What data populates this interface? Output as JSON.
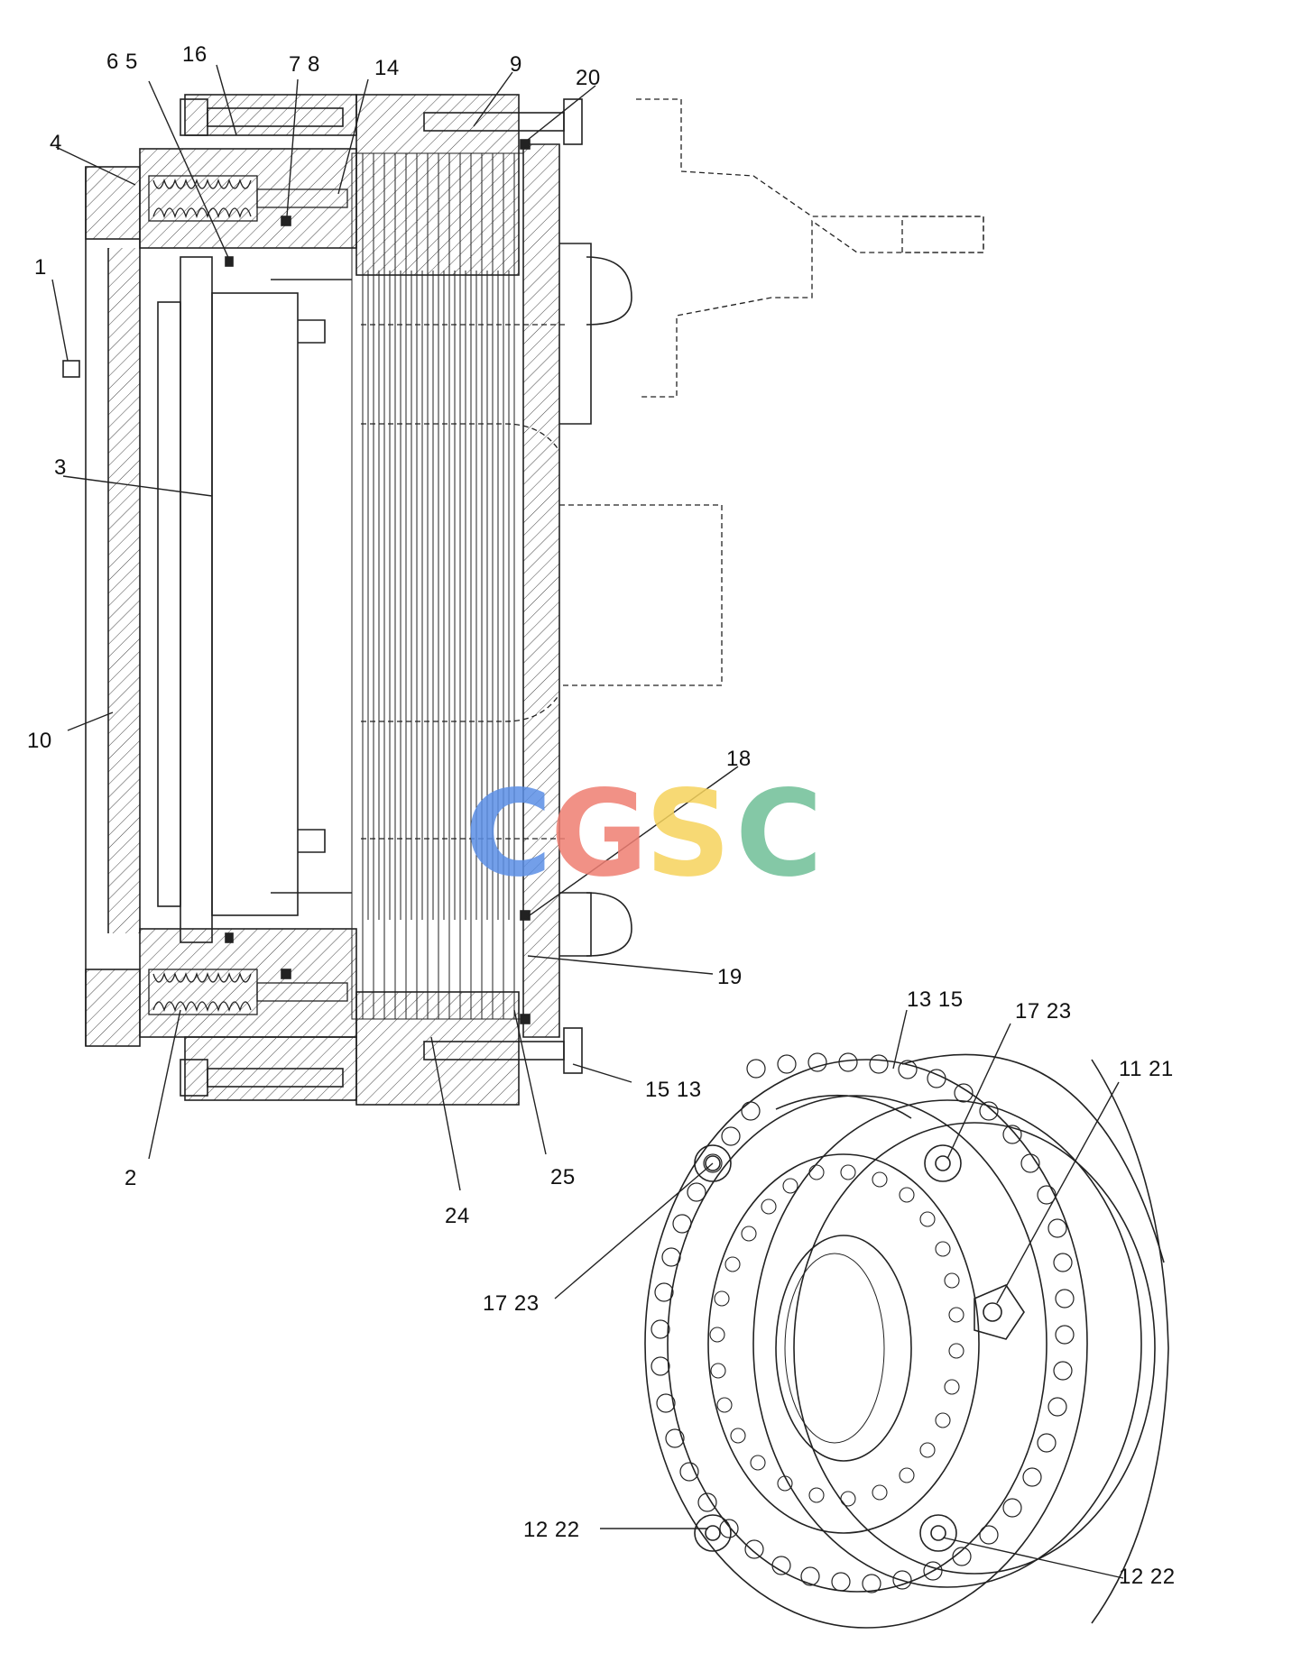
{
  "callouts": [
    "1",
    "2",
    "3",
    "4",
    "6 5",
    "16",
    "7  8",
    "14",
    "9",
    "20",
    "10",
    "18",
    "19",
    "13  15",
    "17  23",
    "11  21",
    "15  13",
    "25",
    "24",
    "17  23",
    "12  22",
    "12  22"
  ],
  "watermark": {
    "letters": [
      "C",
      "G",
      "S",
      "C"
    ],
    "colors": [
      "#5b8fe6",
      "#ef7e72",
      "#f6d35c",
      "#6fbf97"
    ]
  },
  "line_color": "#222222"
}
